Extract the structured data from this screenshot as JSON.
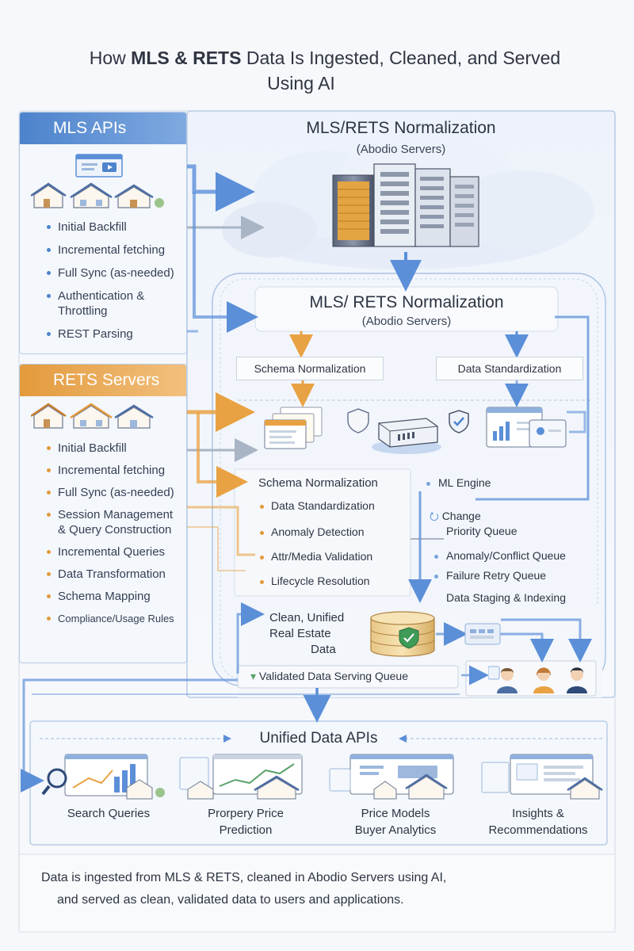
{
  "title": {
    "prefix": "How ",
    "strong": "MLS & RETS",
    "suffix": " Data Is Ingested, Cleaned, and Served",
    "line2": "Using AI"
  },
  "mls_apis": {
    "heading": "MLS APIs",
    "items": [
      "Initial Backfill",
      "Incremental fetching",
      "Full Sync (as-needed)",
      "Authentication &",
      "Throttling",
      "REST Parsing"
    ]
  },
  "rets_servers": {
    "heading": "RETS Servers",
    "items": [
      "Initial Backfill",
      "Incremental fetching",
      "Full Sync (as-needed)",
      "Session Management",
      "& Query Construction",
      "Incremental Queries",
      "Data Transformation",
      "Schema Mapping",
      "Compliance/Usage Rules"
    ]
  },
  "cloud": {
    "title": "MLS/RETS Normalization",
    "subtitle": "(Abodio Servers)"
  },
  "normalization": {
    "title": "MLS/ RETS Normalization",
    "subtitle": "(Abodio Servers)",
    "schema_box": "Schema Normalization",
    "standard_box": "Data Standardization"
  },
  "pipeline": {
    "heading": "Schema Normalization",
    "steps": [
      "Data Standardization",
      "Anomaly Detection",
      "Attr/Media Validation",
      "Lifecycle Resolution"
    ]
  },
  "ml_engine": {
    "heading": "ML Engine",
    "change": "Change",
    "queues": [
      "Priority Queue",
      "Anomaly/Conflict Queue",
      "Failure Retry Queue"
    ],
    "staging": "Data Staging & Indexing"
  },
  "clean_data": {
    "line1": "Clean, Unified",
    "line2": "Real Estate",
    "line3": "Data"
  },
  "serving_queue": "Validated Data Serving Queue",
  "unified_apis": {
    "title": "Unified Data APIs",
    "items": [
      {
        "line1": "Search Queries",
        "line2": ""
      },
      {
        "line1": "Prorpery Price",
        "line2": "Prediction"
      },
      {
        "line1": "Price Models",
        "line2": "Buyer Analytics"
      },
      {
        "line1": "Insights &",
        "line2": "Recommendations"
      }
    ]
  },
  "footer": {
    "line1": "Data is ingested from MLS & RETS, cleaned in Abodio Servers using AI,",
    "line2": "and served as clean, validated data to users and applications."
  },
  "colors": {
    "blue_accent": "#5b8fd8",
    "orange_accent": "#e9a243",
    "panel_border": "#b9cde6",
    "background": "#f7f8fb"
  },
  "icons": [
    "browser-icon",
    "houses-icon",
    "server-rack-icon",
    "shield-icon",
    "database-icon",
    "user-avatar-icon",
    "dashboard-icon",
    "magnifier-icon"
  ]
}
